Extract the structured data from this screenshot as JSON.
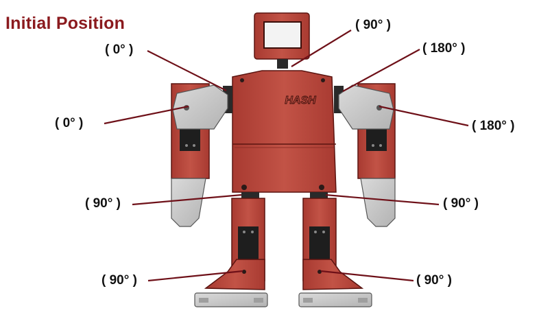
{
  "title": "Initial Position",
  "body_logo": "HASH",
  "labels": {
    "head": "( 90° )",
    "left_shoulder": "( 0° )",
    "right_shoulder": "( 180° )",
    "left_arm": "( 0° )",
    "right_arm": "( 180° )",
    "left_hip": "( 90° )",
    "right_hip": "( 90° )",
    "left_foot": "( 90° )",
    "right_foot": "( 90° )"
  },
  "colors": {
    "title": "#8b1a1e",
    "body_red": "#b8473c",
    "pointer_line": "#6e1018",
    "grey_part": "#c9c9c9",
    "servo_black": "#1e1e1e"
  }
}
